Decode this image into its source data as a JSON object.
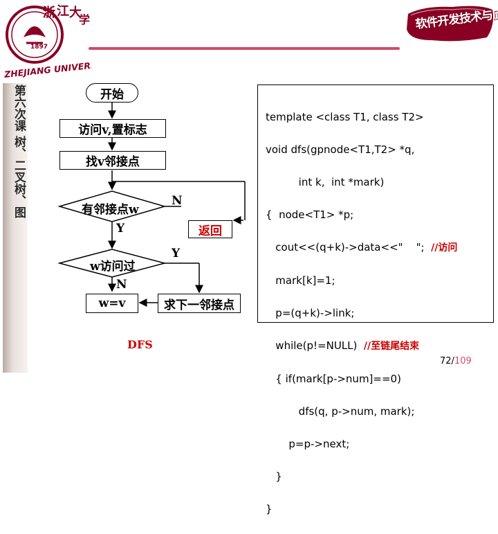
{
  "header": {
    "logo_chars": [
      "浙",
      "江",
      "大",
      "学"
    ],
    "logo_year": "1897",
    "logo_name": "ZHEJIANG UNIVERSITY",
    "badge_text": "软件开发技术与应用"
  },
  "sidebar": {
    "text": "第六次课 树、二叉树、图"
  },
  "flowchart": {
    "start": "开始",
    "visit": "访问v,置标志",
    "find_adjacent": "找v邻接点",
    "has_adjacent": "有邻接点w",
    "visited": "w访问过",
    "assign": "w=v",
    "next_adjacent": "求下一邻接点",
    "return": "返回",
    "yes1": "Y",
    "no1": "N",
    "yes2": "Y",
    "no2": "N",
    "caption": "DFS"
  },
  "code": {
    "lines": [
      "template <class T1, class T2>",
      "void dfs(gpnode<T1,T2> *q,",
      "          int k,  int *mark)",
      "{  node<T1> *p;",
      "   cout<<(q+k)->data<<\"    \";  ",
      "   mark[k]=1;",
      "   p=(q+k)->link;",
      "   while(p!=NULL)  ",
      "   { if(mark[p->num]==0)",
      "          dfs(q, p->num, mark);",
      "       p=p->next;",
      "   }",
      "}"
    ],
    "comment_visit": "//访问",
    "comment_end": "//至链尾结束"
  },
  "footer": {
    "page_current": "72",
    "page_separator": "/",
    "page_total": "109"
  },
  "colors": {
    "accent": "#cc0000",
    "brand": "#8a0024",
    "header_line": "#d24a6a"
  }
}
